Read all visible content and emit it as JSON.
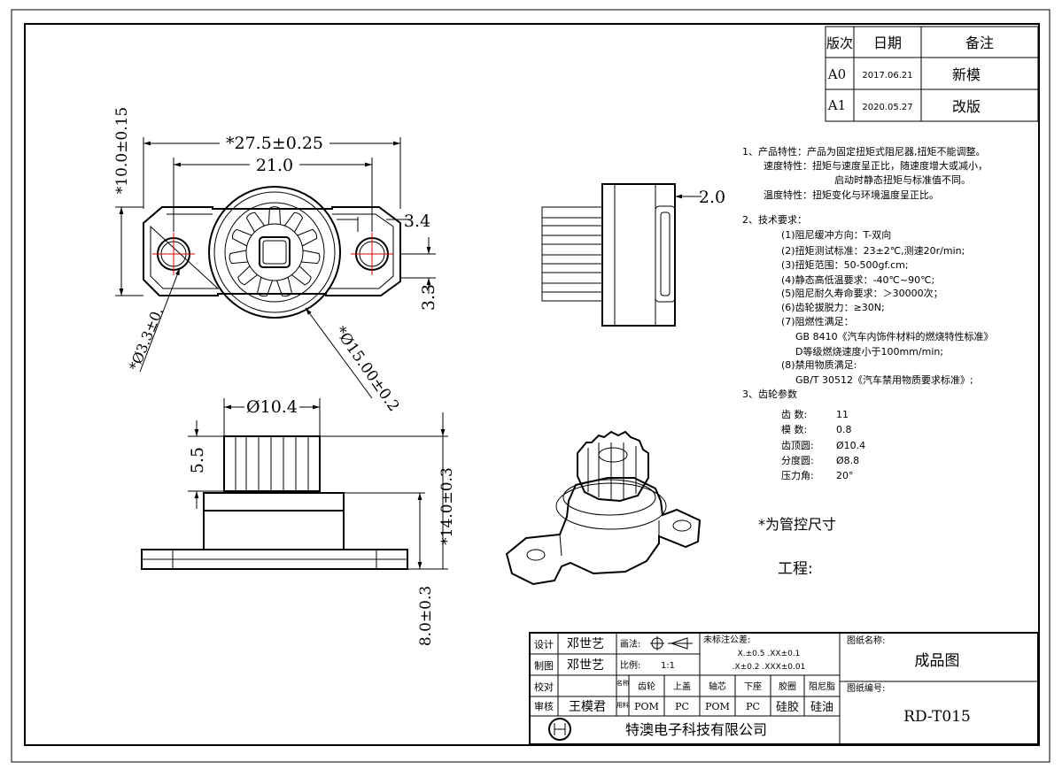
{
  "revision_table": {
    "headers": [
      "版次",
      "日期",
      "备注"
    ],
    "rows": [
      {
        "ver": "A0",
        "date": "2017.06.21",
        "note": "新模"
      },
      {
        "ver": "A1",
        "date": "2020.05.27",
        "note": "改版"
      }
    ]
  },
  "dimensions": {
    "overall_width": "*27.5±0.25",
    "hole_spacing": "21.0",
    "ear_width": "3.4",
    "height": "*10.0±0.15",
    "hole_dia": "*Ø3.3±0.",
    "body_dia": "*Ø15.00±0.2",
    "ear_offset": "3.3",
    "side_offset": "2.0",
    "gear_dia": "Ø10.4",
    "gear_height": "5.5",
    "total_height": "*14.0±0.3",
    "base_height": "8.0±0.3"
  },
  "notes": [
    "1、产品特性：产品为固定扭矩式阻尼器,扭矩不能调整。",
    "速度特性：扭矩与速度呈正比，随速度增大或减小，",
    "启动时静态扭矩与标准值不同。",
    "温度特性：扭矩变化与环境温度呈正比。",
    "2、技术要求：",
    "(1)阻尼缓冲方向：T-双向",
    "(2)扭矩测试标准：23±2℃,测速20r/min;",
    "(3)扭矩范围：50-500gf.cm;",
    "(4)静态高低温要求：-40℃~90℃;",
    "(5)阻尼耐久寿命要求：＞30000次；",
    "(6)齿轮拔脱力：≥30N;",
    "(7)阻燃性满足：",
    "GB 8410《汽车内饰件材料的燃烧特性标准》",
    "D等级燃烧速度小于100mm/min;",
    "(8)禁用物质满足:",
    "GB/T 30512《汽车禁用物质要求标准》;",
    "3、齿轮参数"
  ],
  "gear_params": [
    {
      "label": "齿  数:",
      "value": "11"
    },
    {
      "label": "模  数:",
      "value": "0.8"
    },
    {
      "label": "齿顶圆:",
      "value": "Ø10.4"
    },
    {
      "label": "分度圆:",
      "value": "Ø8.8"
    },
    {
      "label": "压力角:",
      "value": "20°"
    }
  ],
  "control_note": "*为管控尺寸",
  "project_label": "工程:",
  "title_block": {
    "design_label": "设计",
    "design_name": "邓世艺",
    "draw_label": "制图",
    "draw_name": "邓世艺",
    "check_label": "校对",
    "review_label": "审核",
    "review_name": "王模君",
    "method_label": "画法:",
    "scale_label": "比例:",
    "scale_value": "1:1",
    "tolerance_label": "未标注公差:",
    "tolerance_line1": "X.±0.5  .XX±0.1",
    "tolerance_line2": ".X±0.2 .XXX±0.01",
    "part_header_a": "名称",
    "part_header_b": "用料",
    "parts": [
      {
        "name": "齿轮",
        "material": "POM"
      },
      {
        "name": "上盖",
        "material": "PC"
      },
      {
        "name": "轴芯",
        "material": "POM"
      },
      {
        "name": "下座",
        "material": "PC"
      },
      {
        "name": "胶圈",
        "material": "硅胶"
      },
      {
        "name": "阻尼脂",
        "material": "硅油"
      }
    ],
    "drawing_name_label": "图纸名称:",
    "drawing_name": "成品图",
    "drawing_no_label": "图纸编号:",
    "drawing_no": "RD-T015",
    "company": "特澳电子科技有限公司"
  }
}
